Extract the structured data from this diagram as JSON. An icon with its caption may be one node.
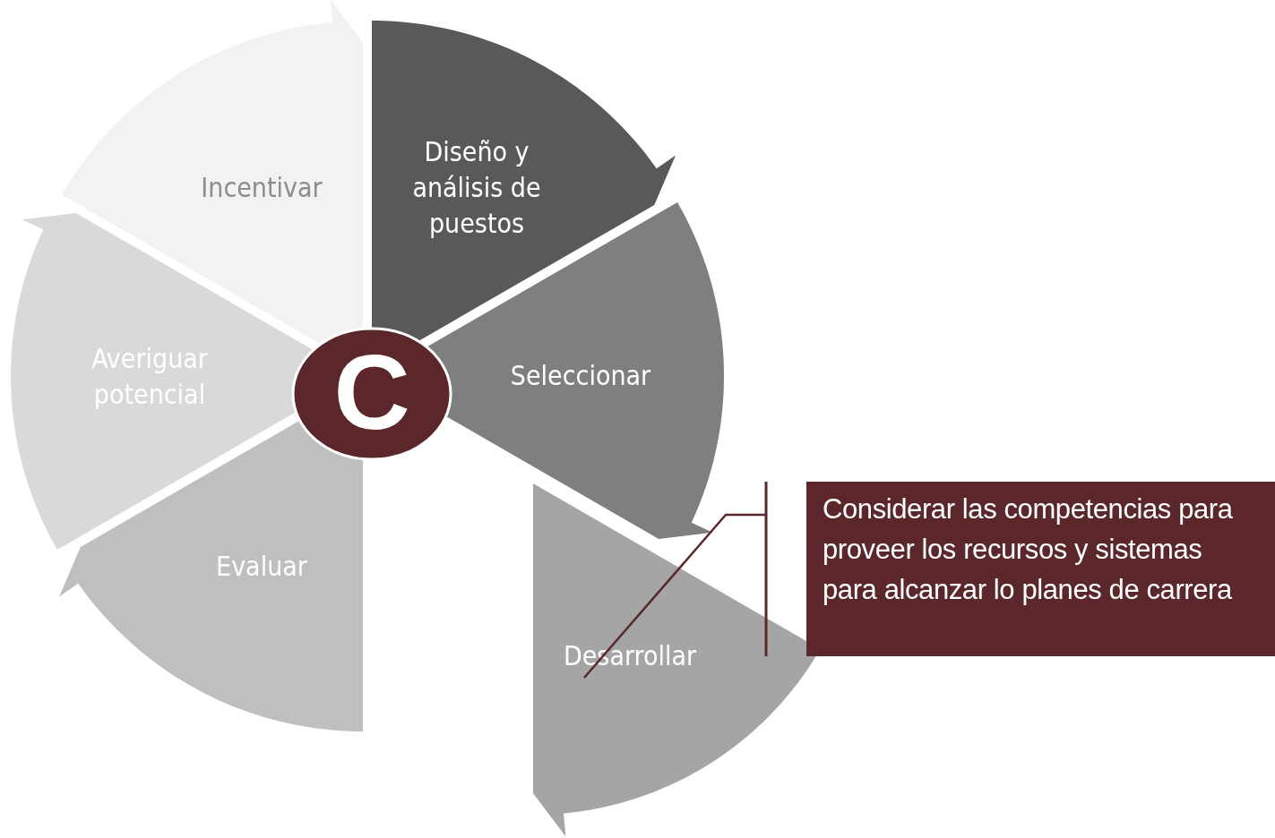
{
  "diagram": {
    "nodes": [
      {
        "text": [
          "Diseño y análisis de puestos"
        ]
      },
      {
        "text": [
          "Seleccionar"
        ]
      },
      {
        "text": [
          "Desarrollar"
        ]
      },
      {
        "text": [
          "Evaluar"
        ]
      },
      {
        "text": [
          "Averiguar potencial"
        ]
      },
      {
        "text": [
          "Incentivar"
        ]
      },
      {
        "text": [
          "C"
        ]
      },
      {
        "text": [
          "Considerar las competencias para proveer los recursos y sistemas para alcanzar lo planes de carrera"
        ]
      }
    ],
    "edges": [
      {
        "from": 7,
        "to": 2,
        "arrow": "none"
      }
    ]
  }
}
